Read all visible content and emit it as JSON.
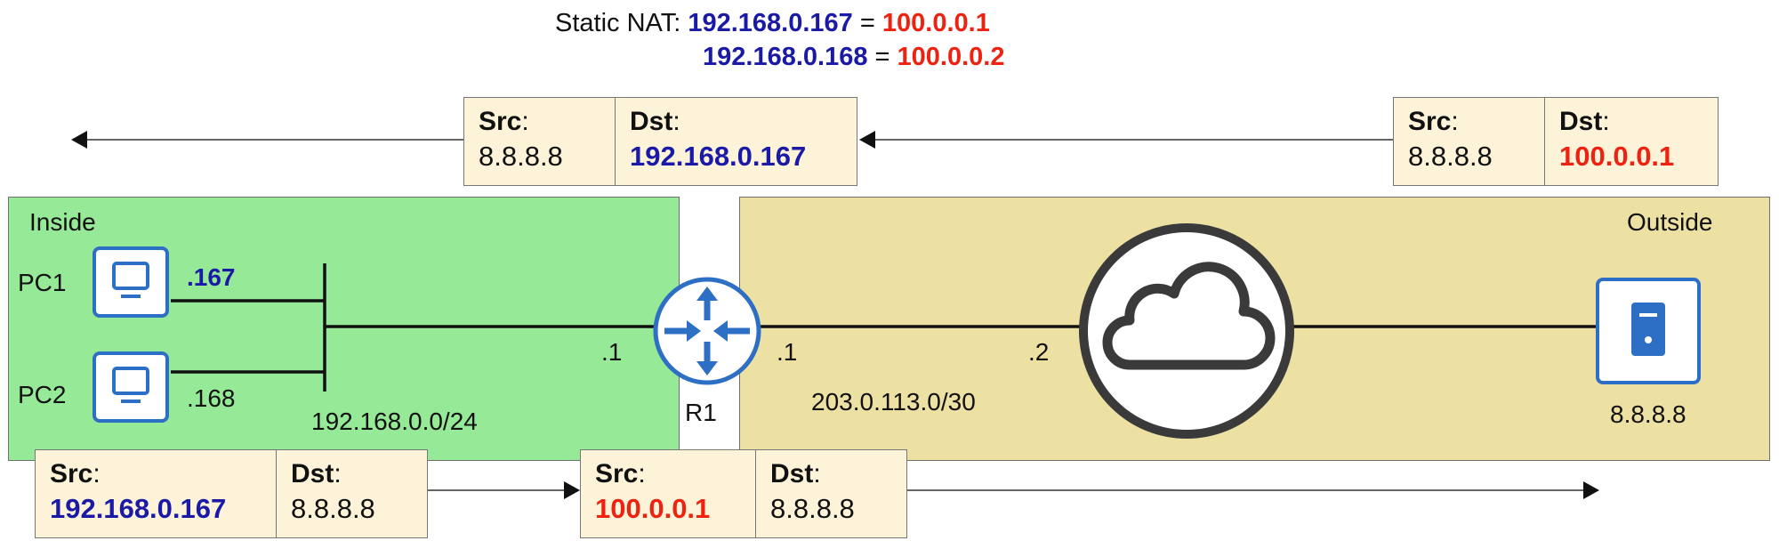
{
  "nat": {
    "title": "Static NAT:",
    "mappings": [
      {
        "inside": "192.168.0.167",
        "eq": "=",
        "outside": "100.0.0.1"
      },
      {
        "inside": "192.168.0.168",
        "eq": "=",
        "outside": "100.0.0.2"
      }
    ]
  },
  "packets": {
    "top_left": {
      "src_label": "Src",
      "src_colon": ":",
      "src_value": "8.8.8.8",
      "dst_label": "Dst",
      "dst_colon": ":",
      "dst_value": "192.168.0.167"
    },
    "top_right": {
      "src_label": "Src",
      "src_colon": ":",
      "src_value": "8.8.8.8",
      "dst_label": "Dst",
      "dst_colon": ":",
      "dst_value": "100.0.0.1"
    },
    "bottom_left": {
      "src_label": "Src",
      "src_colon": ":",
      "src_value": "192.168.0.167",
      "dst_label": "Dst",
      "dst_colon": ":",
      "dst_value": "8.8.8.8"
    },
    "bottom_right": {
      "src_label": "Src",
      "src_colon": ":",
      "src_value": "100.0.0.1",
      "dst_label": "Dst",
      "dst_colon": ":",
      "dst_value": "8.8.8.8"
    }
  },
  "zones": {
    "inside": "Inside",
    "outside": "Outside"
  },
  "devices": {
    "pc1": {
      "name": "PC1",
      "ip": ".167"
    },
    "pc2": {
      "name": "PC2",
      "ip": ".168"
    },
    "router": {
      "name": "R1",
      "inside_ip": ".1",
      "outside_ip": ".1"
    },
    "isp": {
      "ip": ".2"
    },
    "server": {
      "ip": "8.8.8.8"
    }
  },
  "networks": {
    "lan": "192.168.0.0/24",
    "wan": "203.0.113.0/30"
  },
  "colors": {
    "inside_ip": "#1a1aa6",
    "outside_ip": "#ee2211",
    "inside_zone": "#96e996",
    "outside_zone": "#ede0a3",
    "device_blue": "#2e6fc6"
  }
}
